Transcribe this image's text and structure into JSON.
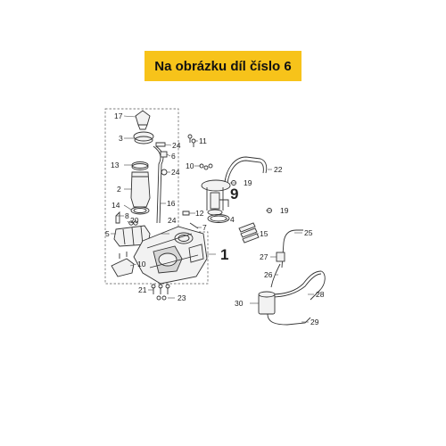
{
  "banner": {
    "text": "Na obrázku díl číslo 6",
    "background": "#f7c31a"
  },
  "diagram": {
    "labels": {
      "p1": "1",
      "p2": "2",
      "p3": "3",
      "p4": "4",
      "p5": "5",
      "p6": "6",
      "p7": "7",
      "p8": "8",
      "p9": "9",
      "p10a": "10",
      "p10b": "10",
      "p11": "11",
      "p12": "12",
      "p13": "13",
      "p14": "14",
      "p15": "15",
      "p16": "16",
      "p17": "17",
      "p19a": "19",
      "p19b": "19",
      "p20": "20",
      "p21": "21",
      "p22": "22",
      "p23": "23",
      "p24a": "24",
      "p24b": "24",
      "p24c": "24",
      "p25": "25",
      "p26": "26",
      "p27": "27",
      "p28": "28",
      "p29": "29",
      "p30": "30"
    }
  }
}
